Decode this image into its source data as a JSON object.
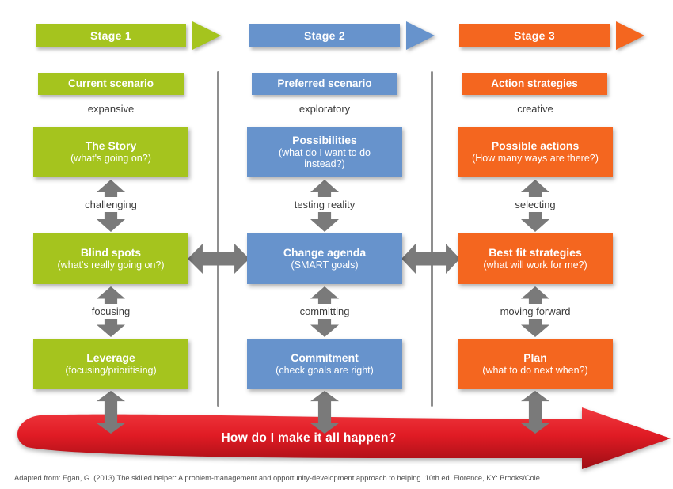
{
  "stages": [
    {
      "label": "Stage 1",
      "header": "Current scenario",
      "mode": "expansive",
      "color": "#a5c41e",
      "boxes": [
        {
          "title": "The Story",
          "subtitle": "(what's going on?)"
        },
        {
          "title": "Blind spots",
          "subtitle": "(what's really going on?)"
        },
        {
          "title": "Leverage",
          "subtitle": "(focusing/prioritising)"
        }
      ],
      "transitions": [
        "challenging",
        "focusing"
      ]
    },
    {
      "label": "Stage 2",
      "header": "Preferred scenario",
      "mode": "exploratory",
      "color": "#6793cc",
      "boxes": [
        {
          "title": "Possibilities",
          "subtitle": "(what do I want to do instead?)"
        },
        {
          "title": "Change agenda",
          "subtitle": "(SMART goals)"
        },
        {
          "title": "Commitment",
          "subtitle": "(check goals are right)"
        }
      ],
      "transitions": [
        "testing reality",
        "committing"
      ]
    },
    {
      "label": "Stage 3",
      "header": "Action strategies",
      "mode": "creative",
      "color": "#f4661f",
      "boxes": [
        {
          "title": "Possible actions",
          "subtitle": "(How many ways are there?)"
        },
        {
          "title": "Best fit strategies",
          "subtitle": "(what will work for me?)"
        },
        {
          "title": "Plan",
          "subtitle": "(what to do next when?)"
        }
      ],
      "transitions": [
        "selecting",
        "moving forward"
      ]
    }
  ],
  "banner": {
    "text": "How do I make it all happen?",
    "color": "#e01b24"
  },
  "footer": "Adapted from: Egan, G. (2013) The skilled helper: A problem-management and opportunity-development approach to helping. 10th ed. Florence, KY: Brooks/Cole.",
  "colors": {
    "arrow_gray": "#7a7a7a",
    "divider_gray": "#8f8f8f"
  }
}
